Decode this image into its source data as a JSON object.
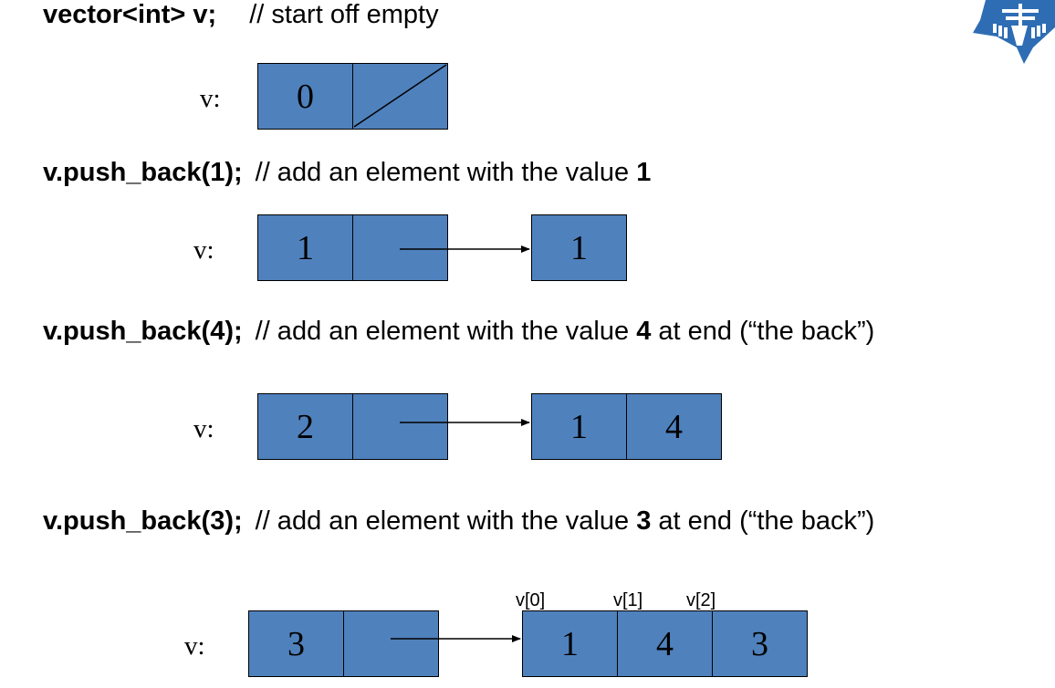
{
  "row1": {
    "code": "vector<int> v;",
    "comment": "// start off empty",
    "var_label": "v:",
    "size": "0"
  },
  "row2": {
    "code": "v.push_back(1);",
    "comment_pre": "// add an element with the value ",
    "comment_val": "1",
    "comment_post": "",
    "var_label": "v:",
    "size": "1",
    "elements": [
      "1"
    ]
  },
  "row3": {
    "code": "v.push_back(4);",
    "comment_pre": "// add an element with the value ",
    "comment_val": "4",
    "comment_post": " at end (“the back”)",
    "var_label": "v:",
    "size": "2",
    "elements": [
      "1",
      "4"
    ]
  },
  "row4": {
    "code": "v.push_back(3);",
    "comment_pre": "// add an element with the value ",
    "comment_val": "3",
    "comment_post": " at end (“the back”)",
    "var_label": "v:",
    "size": "3",
    "elements": [
      "1",
      "4",
      "3"
    ],
    "index_labels": [
      "v[0]",
      "v[1]",
      "v[2]"
    ]
  },
  "colors": {
    "cell_fill": "#4f81bd",
    "logo": "#2e6db4"
  }
}
